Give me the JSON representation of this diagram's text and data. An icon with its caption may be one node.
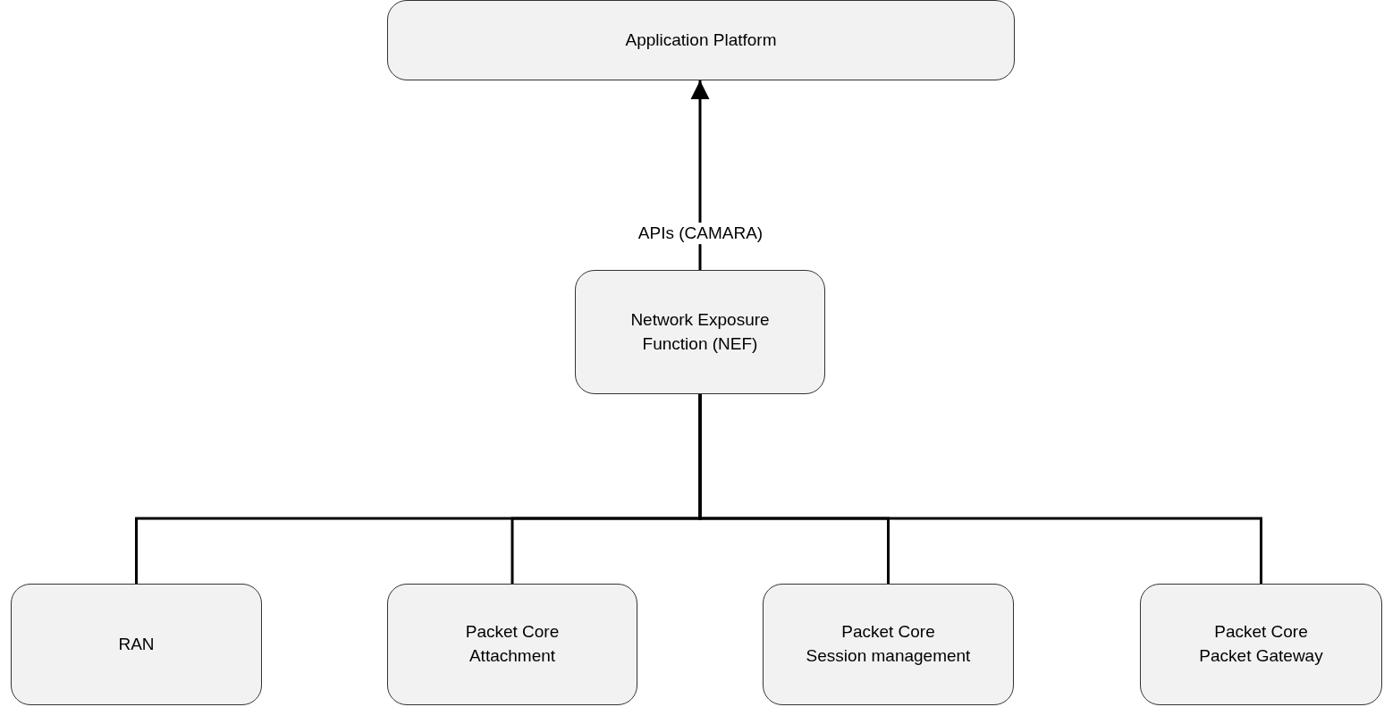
{
  "diagram": {
    "nodes": [
      {
        "text": [
          "Application Platform"
        ]
      },
      {
        "text": [
          "Network Exposure Function (NEF)"
        ]
      },
      {
        "text": [
          "RAN"
        ]
      },
      {
        "text": [
          "Packet Core",
          "Attachment"
        ]
      },
      {
        "text": [
          "Packet Core",
          "Session management"
        ]
      },
      {
        "text": [
          "Packet Core",
          "Packet Gateway"
        ]
      }
    ],
    "edges": [
      {
        "from": 1,
        "to": 0,
        "arrow": "to",
        "label": "APIs (CAMARA)"
      },
      {
        "from": 1,
        "to": 2,
        "arrow": "none"
      },
      {
        "from": 1,
        "to": 3,
        "arrow": "none"
      },
      {
        "from": 1,
        "to": 4,
        "arrow": "none"
      },
      {
        "from": 1,
        "to": 5,
        "arrow": "none"
      }
    ]
  }
}
